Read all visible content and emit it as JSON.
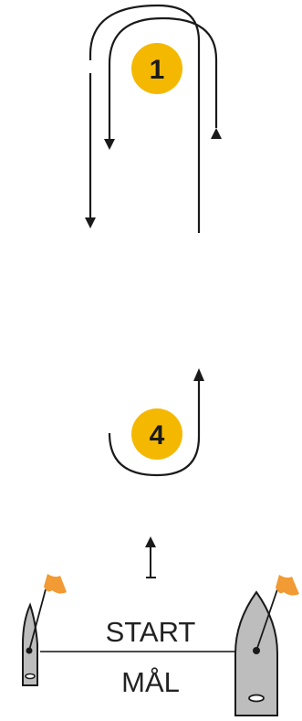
{
  "marks": [
    {
      "id": "1",
      "label": "1",
      "color": "#F5B800"
    },
    {
      "id": "4",
      "label": "4",
      "color": "#F5B800"
    }
  ],
  "line_labels": {
    "start": "START",
    "finish": "MÅL"
  },
  "colors": {
    "route": "#1a1a1a",
    "flag": "#F29A33",
    "boat_hull": "#BDBDBD",
    "boat_outline": "#1a1a1a",
    "start_line": "#333333"
  },
  "icons": [
    "arrow-down-icon",
    "arrow-up-icon",
    "flag-icon",
    "boat-icon"
  ]
}
